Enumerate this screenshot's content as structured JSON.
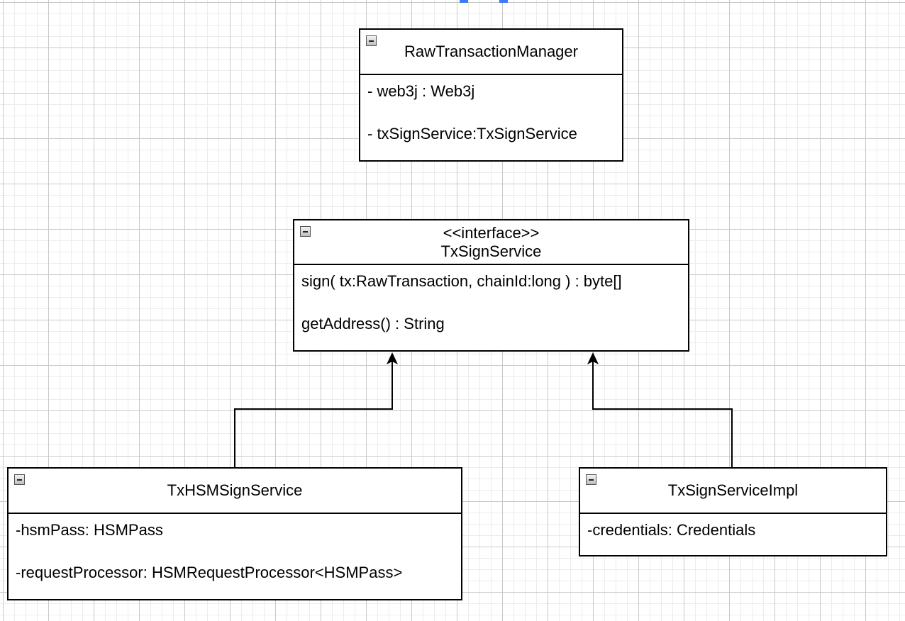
{
  "diagram": {
    "classes": {
      "raw_transaction_manager": {
        "name": "RawTransactionManager",
        "members": [
          "- web3j : Web3j",
          "- txSignService:TxSignService"
        ]
      },
      "tx_sign_service": {
        "stereotype": "<<interface>>",
        "name": "TxSignService",
        "members": [
          "sign( tx:RawTransaction, chainId:long ) : byte[]",
          "getAddress() : String"
        ]
      },
      "tx_hsm_sign_service": {
        "name": "TxHSMSignService",
        "members": [
          "-hsmPass: HSMPass",
          "-requestProcessor: HSMRequestProcessor<HSMPass>"
        ]
      },
      "tx_sign_service_impl": {
        "name": "TxSignServiceImpl",
        "members": [
          "-credentials: Credentials"
        ]
      }
    },
    "relations": [
      {
        "type": "realization",
        "from": "TxHSMSignService",
        "to": "TxSignService"
      },
      {
        "type": "realization",
        "from": "TxSignServiceImpl",
        "to": "TxSignService"
      }
    ],
    "colors": {
      "line": "#000000",
      "grid_major": "#c9c9c9",
      "grid_minor": "#ececec",
      "selection_marker": "#3d7bf7"
    }
  }
}
